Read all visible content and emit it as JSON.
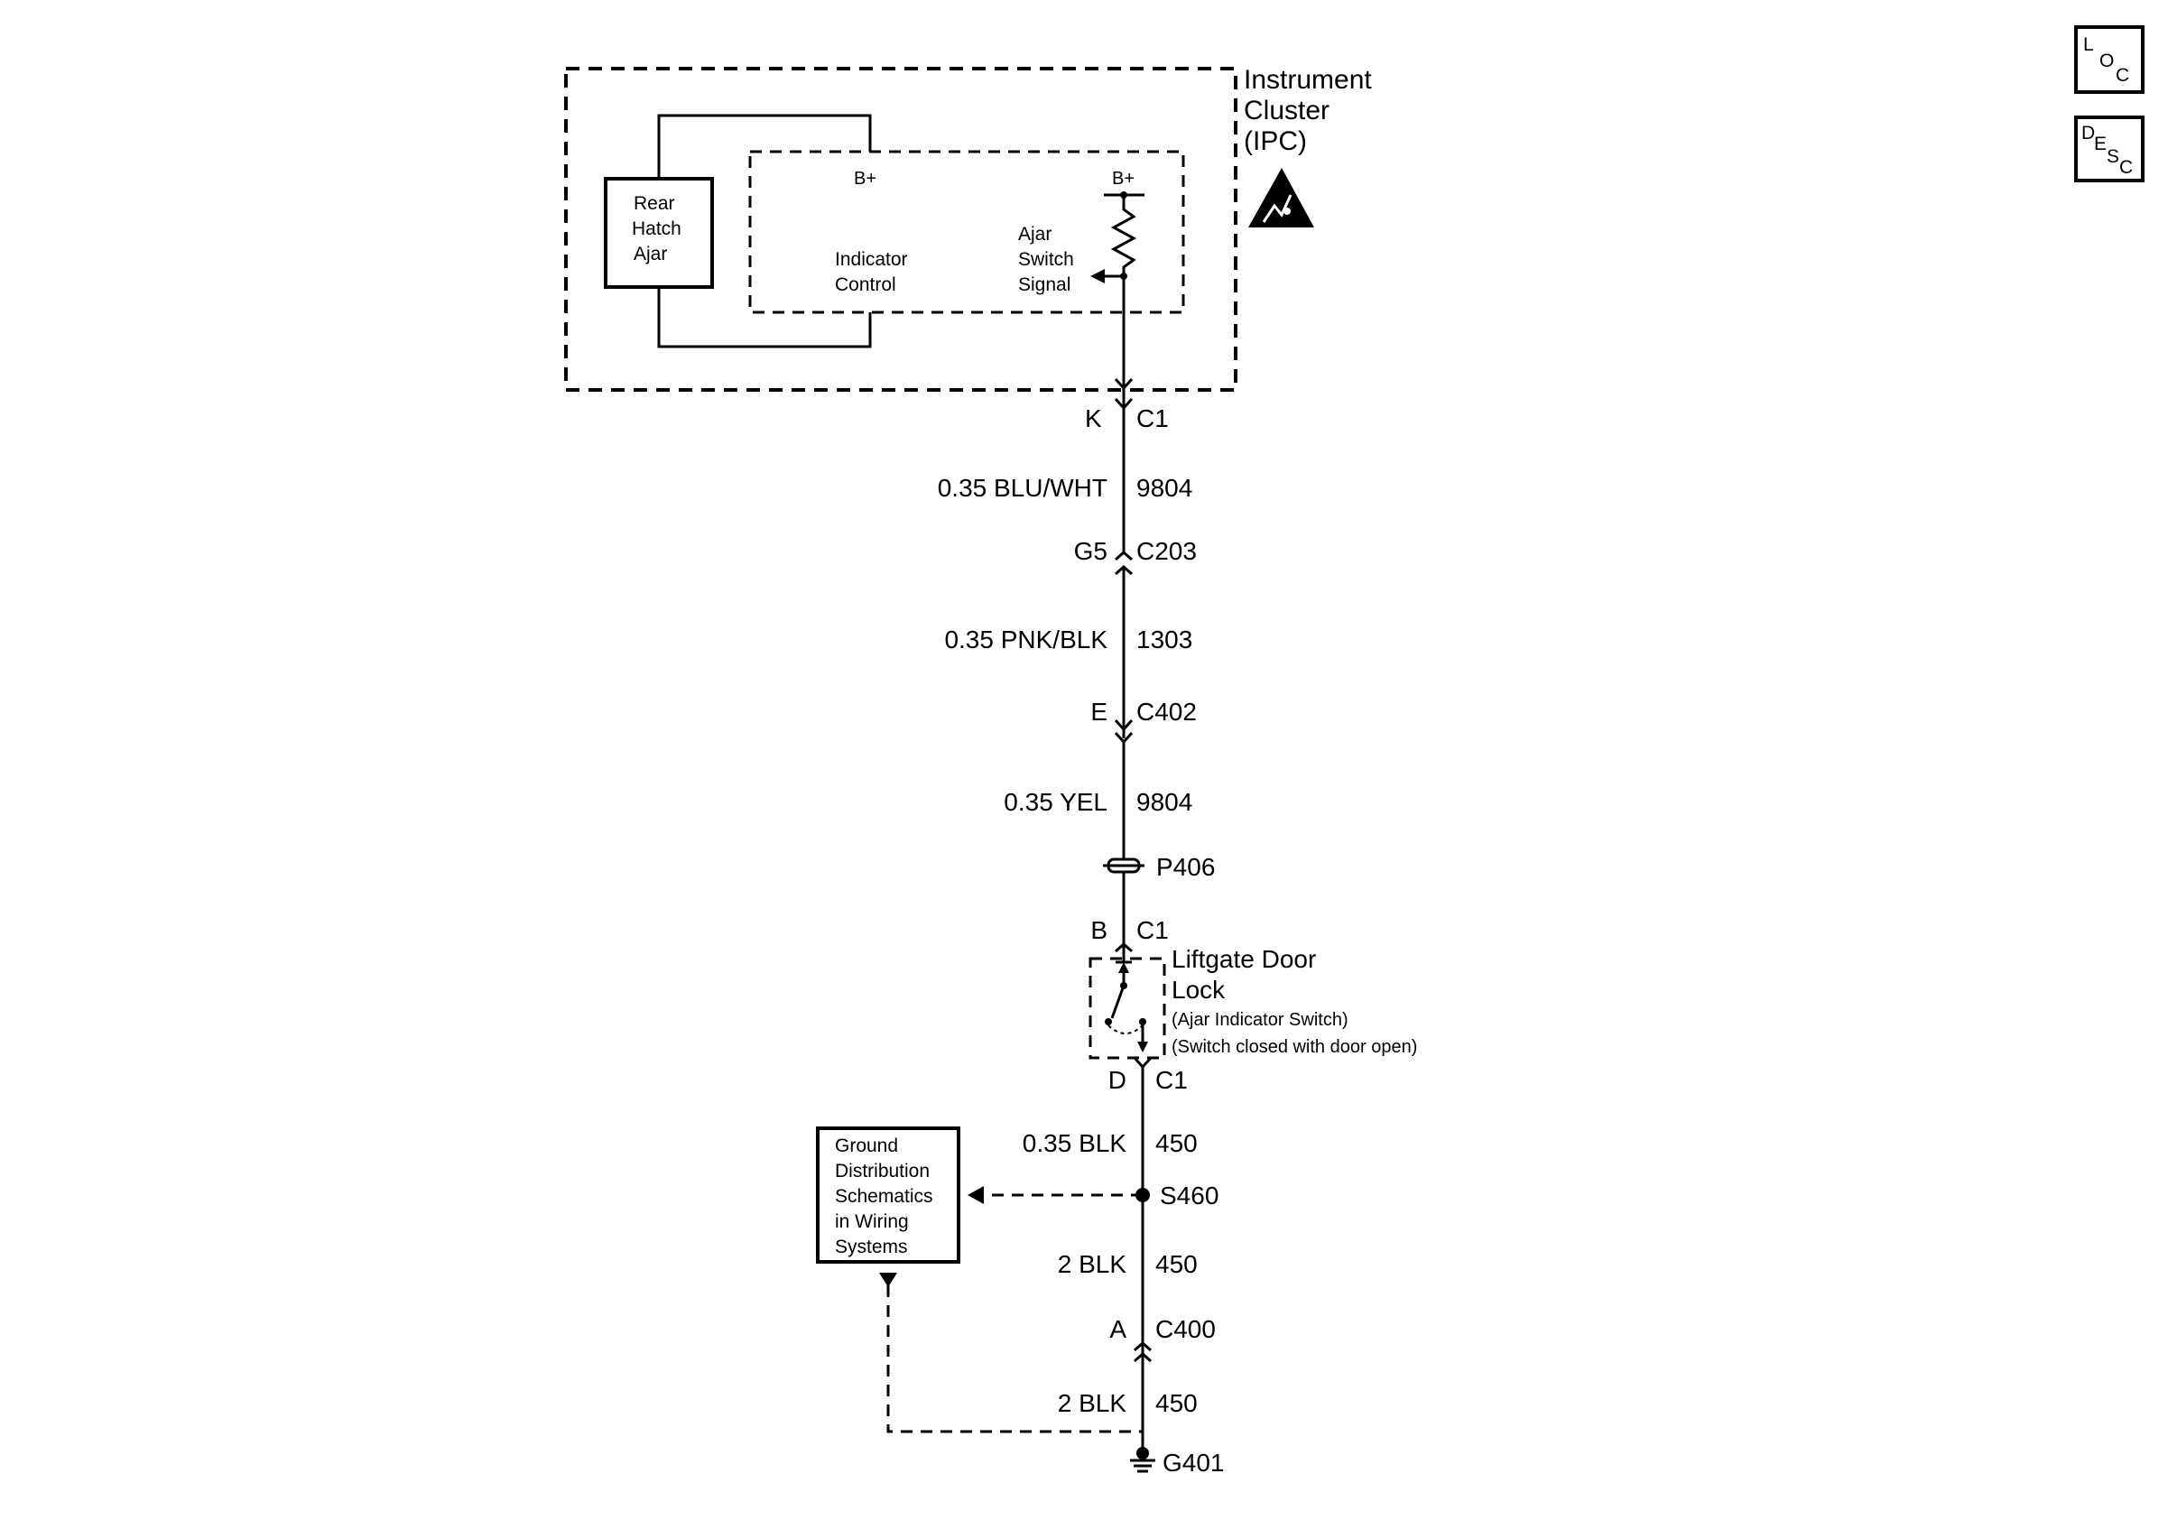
{
  "ipc": {
    "title_line1": "Instrument",
    "title_line2": "Cluster",
    "title_line3": "(IPC)",
    "rear_hatch_line1": "Rear",
    "rear_hatch_line2": "Hatch",
    "rear_hatch_line3": "Ajar",
    "bplus_left": "B+",
    "bplus_right": "B+",
    "indicator_line1": "Indicator",
    "indicator_line2": "Control",
    "ajar_line1": "Ajar",
    "ajar_line2": "Switch",
    "ajar_line3": "Signal"
  },
  "connectors": {
    "c1_top_pin": "K",
    "c1_top_name": "C1",
    "c203_pin": "G5",
    "c203_name": "C203",
    "c402_pin": "E",
    "c402_name": "C402",
    "p406_name": "P406",
    "c1_mid_pin": "B",
    "c1_mid_name": "C1",
    "c1_bot_pin": "D",
    "c1_bot_name": "C1",
    "s460_name": "S460",
    "c400_pin": "A",
    "c400_name": "C400",
    "g401_name": "G401"
  },
  "wires": {
    "w1_gauge": "0.35 BLU/WHT",
    "w1_circuit": "9804",
    "w2_gauge": "0.35 PNK/BLK",
    "w2_circuit": "1303",
    "w3_gauge": "0.35 YEL",
    "w3_circuit": "9804",
    "w4_gauge": "0.35 BLK",
    "w4_circuit": "450",
    "w5_gauge": "2 BLK",
    "w5_circuit": "450",
    "w6_gauge": "2 BLK",
    "w6_circuit": "450"
  },
  "liftgate": {
    "line1": "Liftgate Door",
    "line2": "Lock",
    "line3": "(Ajar Indicator Switch)",
    "line4": "(Switch closed with door open)"
  },
  "ground_ref": {
    "line1": "Ground",
    "line2": "Distribution",
    "line3": "Schematics",
    "line4": "in Wiring",
    "line5": "Systems"
  },
  "side_icons": {
    "loc_l": "L",
    "loc_o": "O",
    "loc_c": "C",
    "desc_d": "D",
    "desc_e": "E",
    "desc_s": "S",
    "desc_c": "C",
    "loc_icon": "loc-icon",
    "desc_icon": "desc-icon",
    "esd_icon": "esd-warning-icon"
  }
}
